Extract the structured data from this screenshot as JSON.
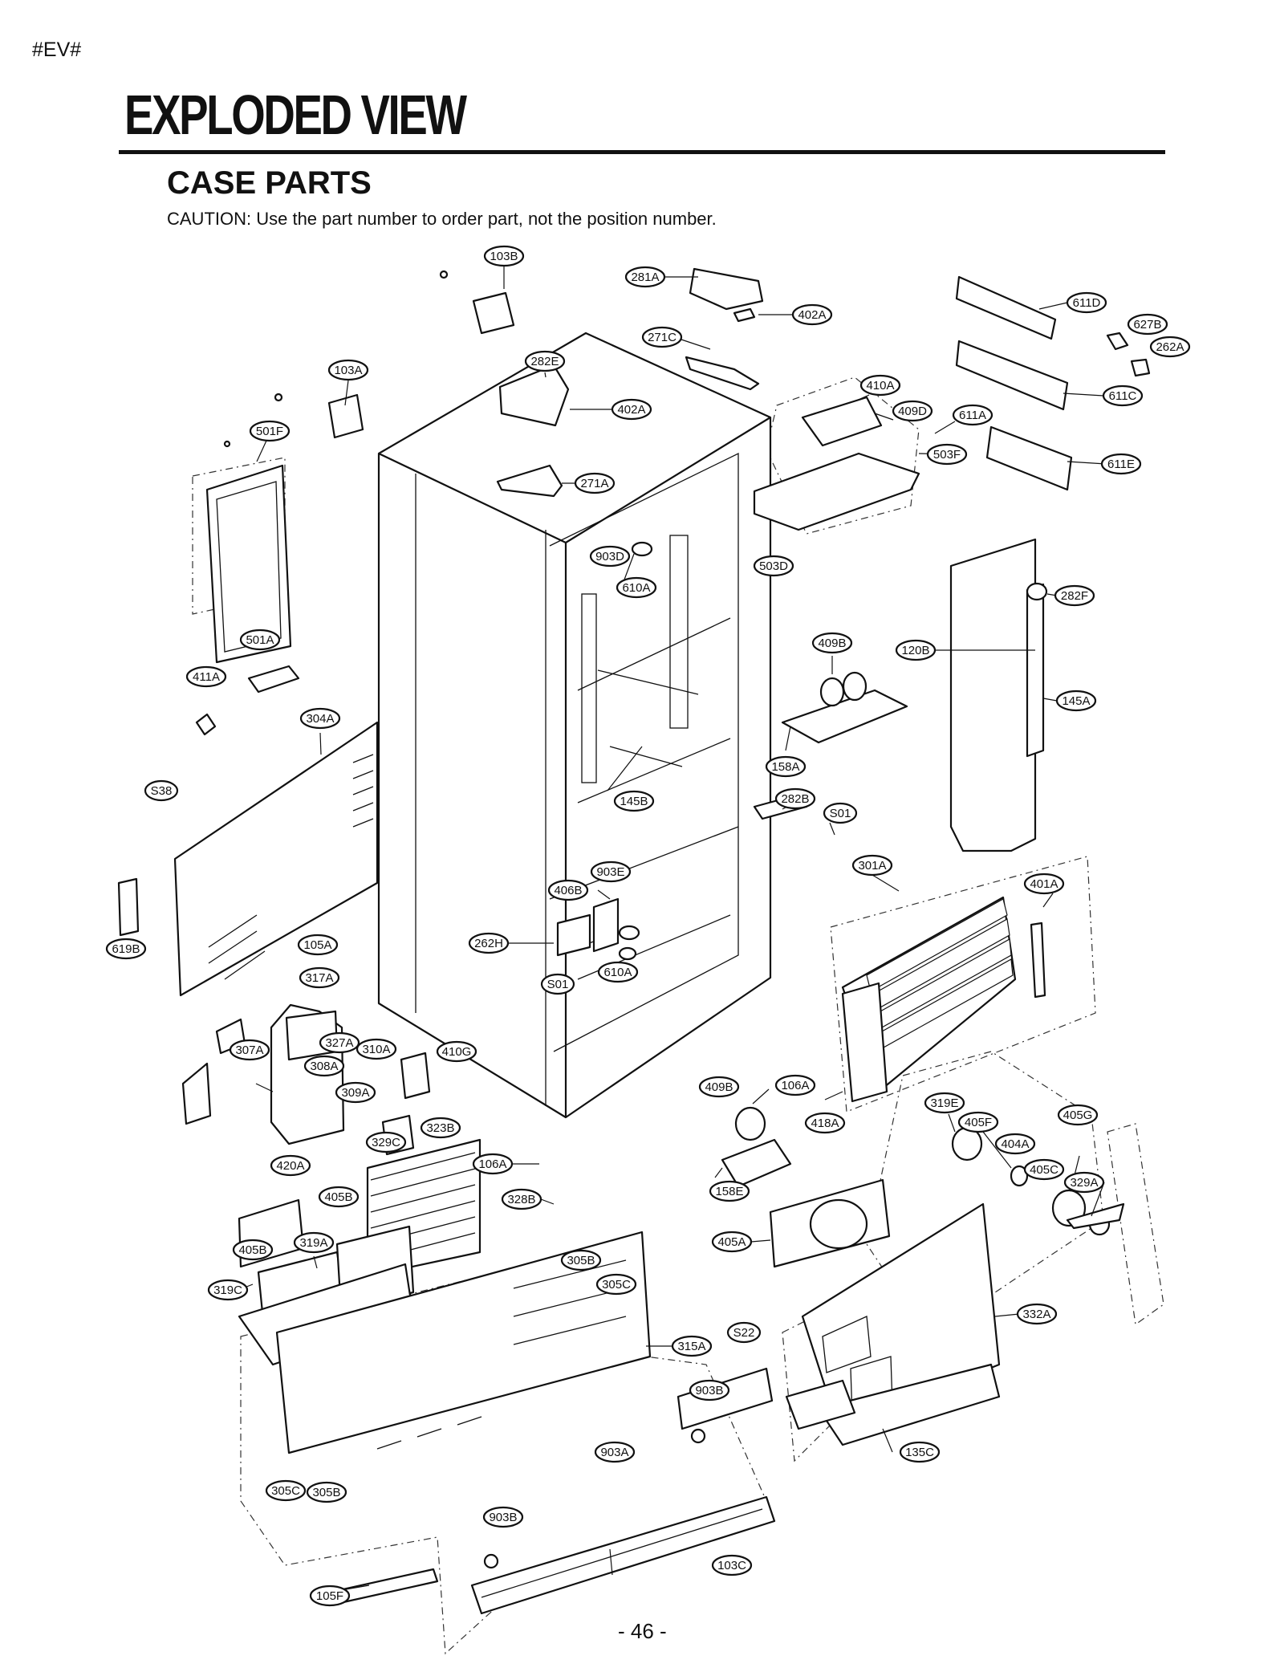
{
  "header": {
    "tag": "#EV#",
    "title": "EXPLODED VIEW",
    "subtitle": "CASE PARTS",
    "caution": "CAUTION: Use the part number to order part, not the position number."
  },
  "footer": {
    "page_number": "- 46 -"
  },
  "callouts": {
    "c103B": "103B",
    "c281A": "281A",
    "c402A_top": "402A",
    "c611D": "611D",
    "c627B": "627B",
    "c262A": "262A",
    "c271C": "271C",
    "c282E": "282E",
    "c103A": "103A",
    "c402A_mid": "402A",
    "c410A": "410A",
    "c611C": "611C",
    "c409D": "409D",
    "c611A": "611A",
    "c501F": "501F",
    "c503F": "503F",
    "c611E": "611E",
    "c271A": "271A",
    "c903D": "903D",
    "c503D": "503D",
    "c610A_top": "610A",
    "c282F": "282F",
    "c501A": "501A",
    "c409B_top": "409B",
    "c120B": "120B",
    "c411A": "411A",
    "c145A": "145A",
    "c304A": "304A",
    "c158A": "158A",
    "c145B": "145B",
    "cS38": "S38",
    "c282B": "282B",
    "cS01_right": "S01",
    "c301A": "301A",
    "c903E": "903E",
    "c401A": "401A",
    "c406B": "406B",
    "c262H": "262H",
    "c619B": "619B",
    "c105A": "105A",
    "c610A_bot": "610A",
    "cS01_bot": "S01",
    "c317A": "317A",
    "c327A": "327A",
    "c307A": "307A",
    "c310A": "310A",
    "c410G": "410G",
    "c308A": "308A",
    "c409B_bot": "409B",
    "c106A_right": "106A",
    "c309A": "309A",
    "c418A": "418A",
    "c319E": "319E",
    "c323B": "323B",
    "c405G": "405G",
    "c405F": "405F",
    "c329C": "329C",
    "c404A": "404A",
    "c420A": "420A",
    "c106A_bot": "106A",
    "c405C": "405C",
    "c329A": "329A",
    "c405B_left": "405B",
    "c158E": "158E",
    "c328B": "328B",
    "c405A": "405A",
    "c405B": "405B",
    "c319A": "319A",
    "c305B_top": "305B",
    "c319C": "319C",
    "c305C_top": "305C",
    "c332A": "332A",
    "cS22": "S22",
    "c315A": "315A",
    "c903B_top": "903B",
    "c903A": "903A",
    "c135C": "135C",
    "c305C_bot": "305C",
    "c305B_bot": "305B",
    "c903B_bot": "903B",
    "c103C": "103C",
    "c105F": "105F"
  }
}
